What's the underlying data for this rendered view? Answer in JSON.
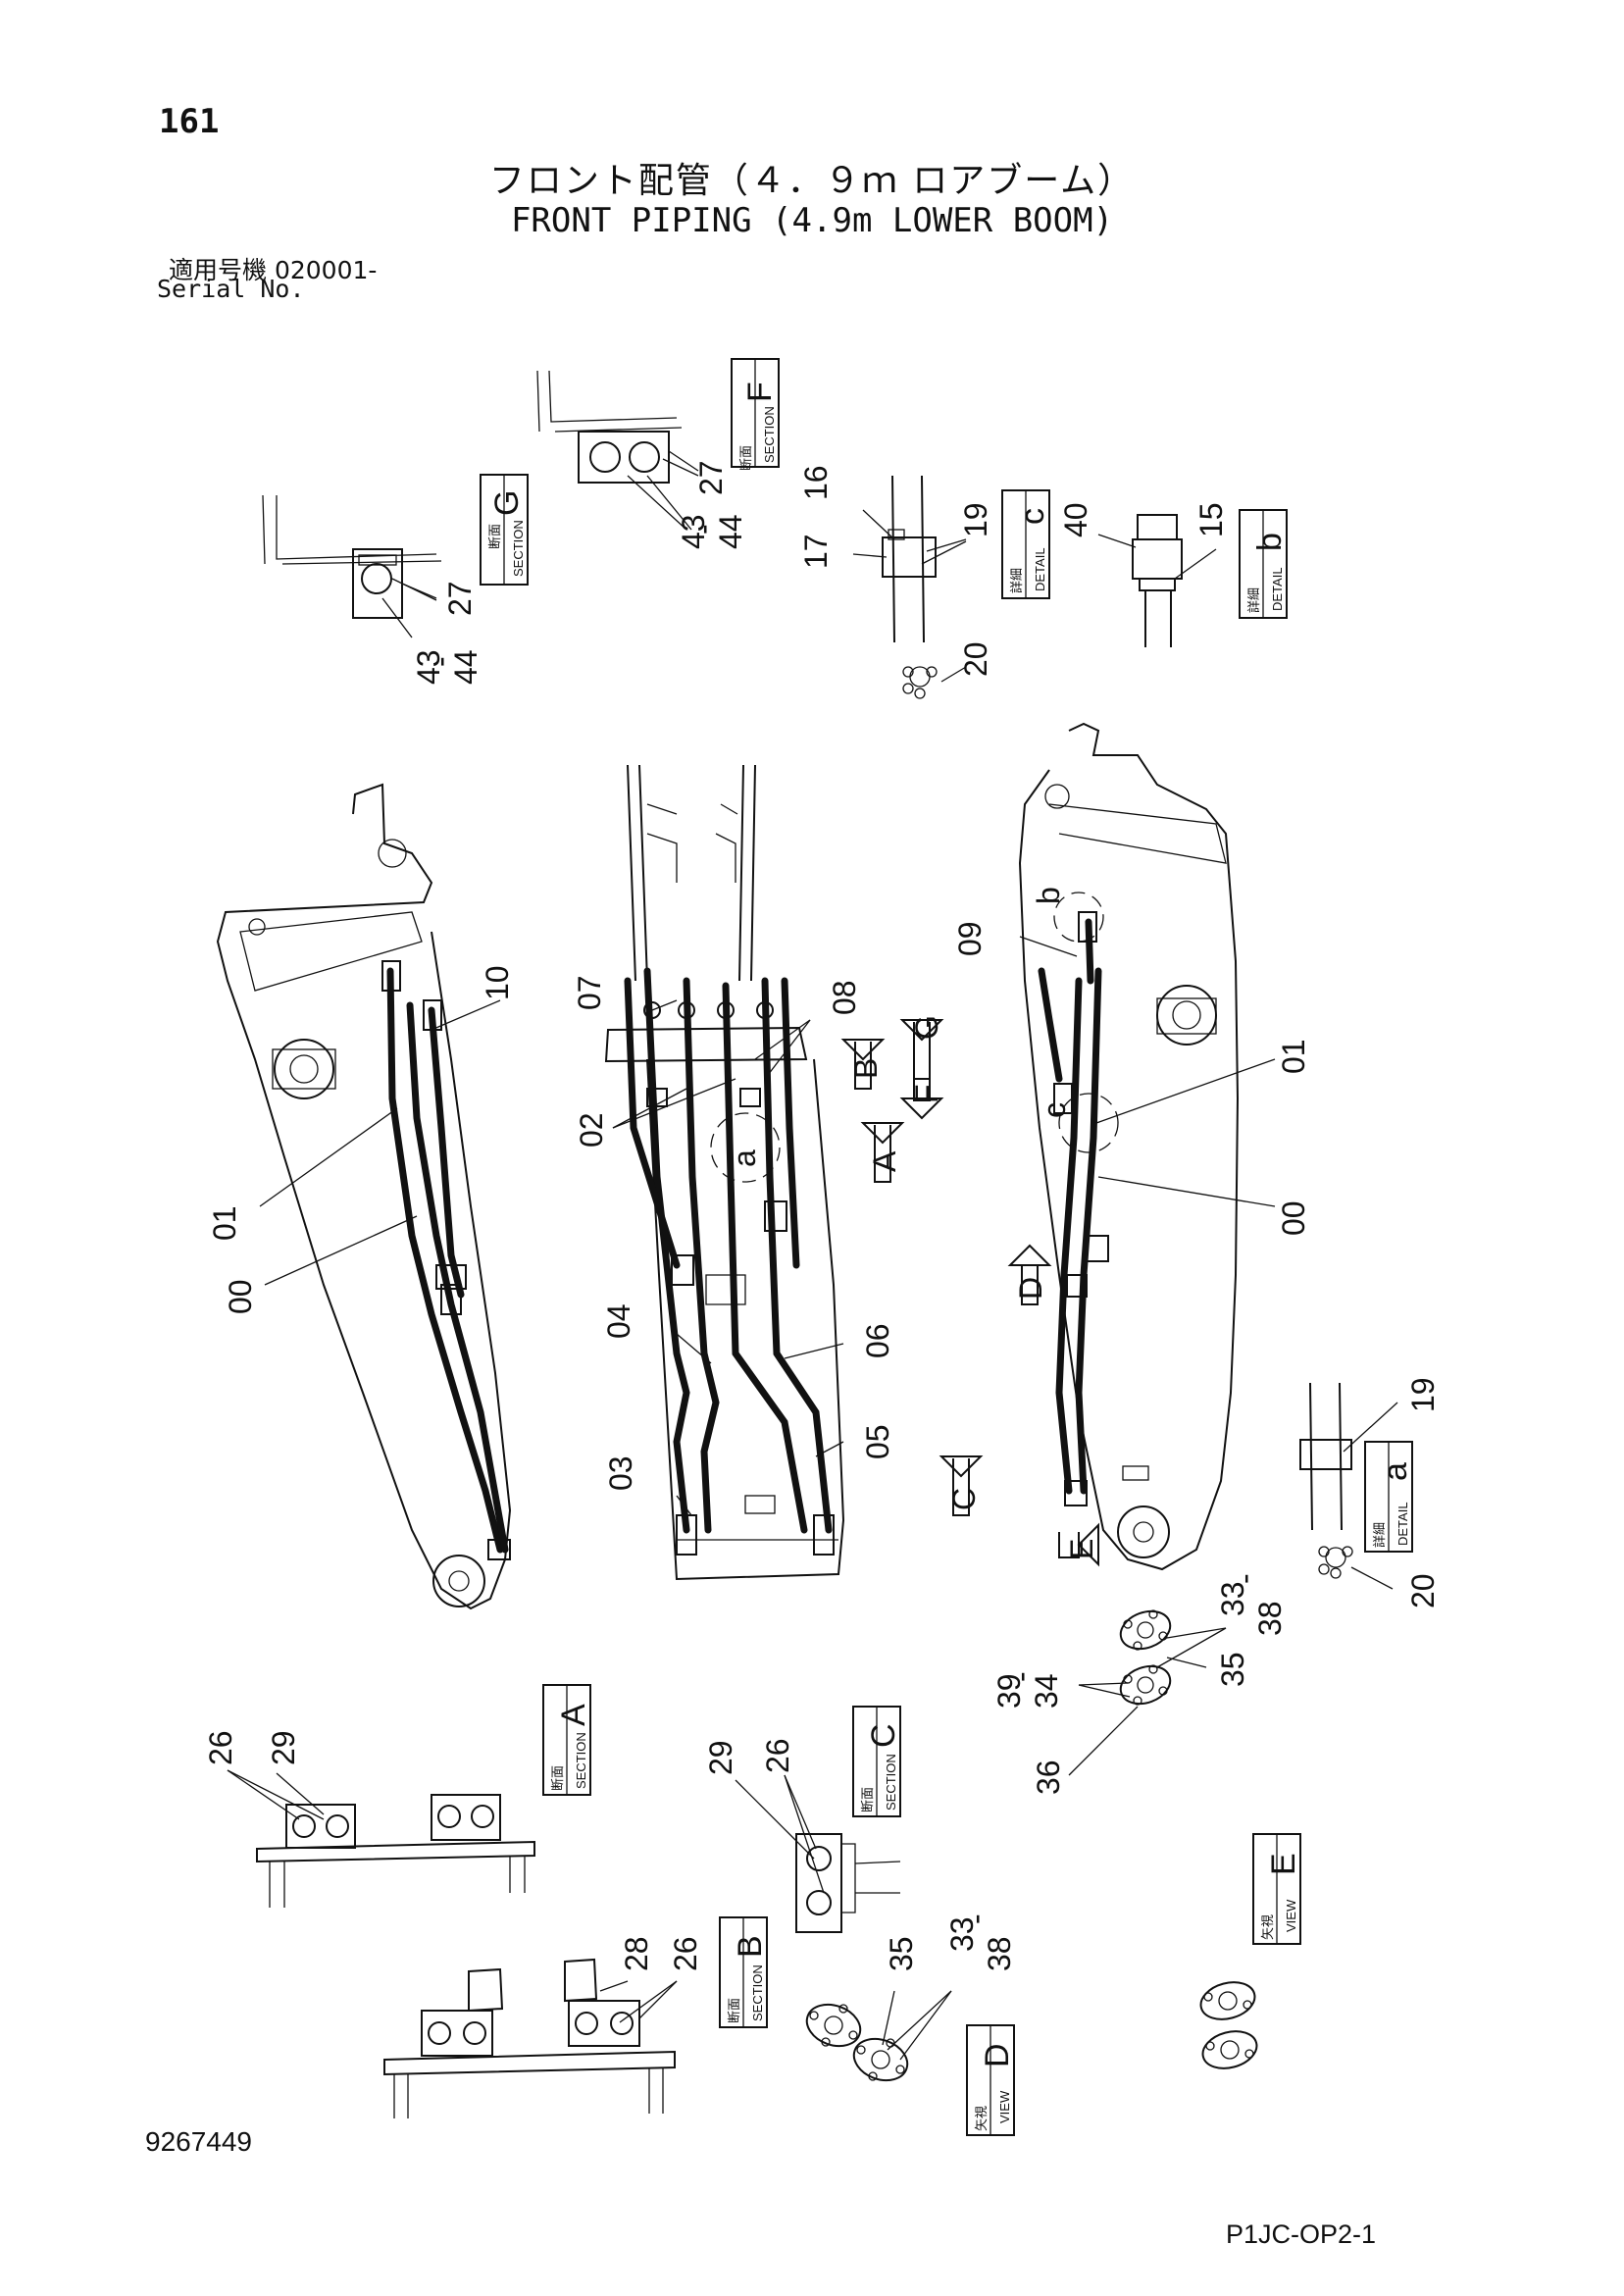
{
  "header": {
    "page_number": "161",
    "title_jp": "フロント配管（４．９ｍ ロアブーム）",
    "title_en": "FRONT PIPING (4.9m LOWER BOOM)",
    "serial_jp": "適用号機 020001-",
    "serial_en": "Serial No."
  },
  "footer": {
    "document_id": "9267449",
    "page_code": "P1JC-OP2-1"
  },
  "section_boxes": [
    {
      "id": "G",
      "jp": "断面",
      "en": "SECTION"
    },
    {
      "id": "F",
      "jp": "断面",
      "en": "SECTION"
    },
    {
      "id": "A",
      "jp": "断面",
      "en": "SECTION"
    },
    {
      "id": "C",
      "jp": "断面",
      "en": "SECTION"
    },
    {
      "id": "B",
      "jp": "断面",
      "en": "SECTION"
    }
  ],
  "detail_boxes": [
    {
      "id": "c",
      "jp": "詳細",
      "en": "DETAIL"
    },
    {
      "id": "b",
      "jp": "詳細",
      "en": "DETAIL"
    },
    {
      "id": "a",
      "jp": "詳細",
      "en": "DETAIL"
    }
  ],
  "view_boxes": [
    {
      "id": "E",
      "jp": "矢視",
      "en": "VIEW"
    },
    {
      "id": "D",
      "jp": "矢視",
      "en": "VIEW"
    }
  ],
  "view_arrows": [
    "B",
    "G",
    "F",
    "A",
    "D",
    "C",
    "E"
  ],
  "detail_circle_letters": [
    "a",
    "b",
    "c"
  ],
  "part_labels": {
    "p00": "00",
    "p01": "01",
    "p02": "02",
    "p03": "03",
    "p04": "04",
    "p05": "05",
    "p06": "06",
    "p07": "07",
    "p08": "08",
    "p09": "09",
    "p10": "10",
    "p15": "15",
    "p16": "16",
    "p17": "17",
    "p19": "19",
    "p20": "20",
    "p26": "26",
    "p27": "27",
    "p28": "28",
    "p29": "29",
    "p33": "33",
    "p34": "34",
    "p35": "35",
    "p36": "36",
    "p38": "38",
    "p39": "39",
    "p40": "40",
    "p43": "43",
    "p44": "44",
    "dash": "-"
  }
}
